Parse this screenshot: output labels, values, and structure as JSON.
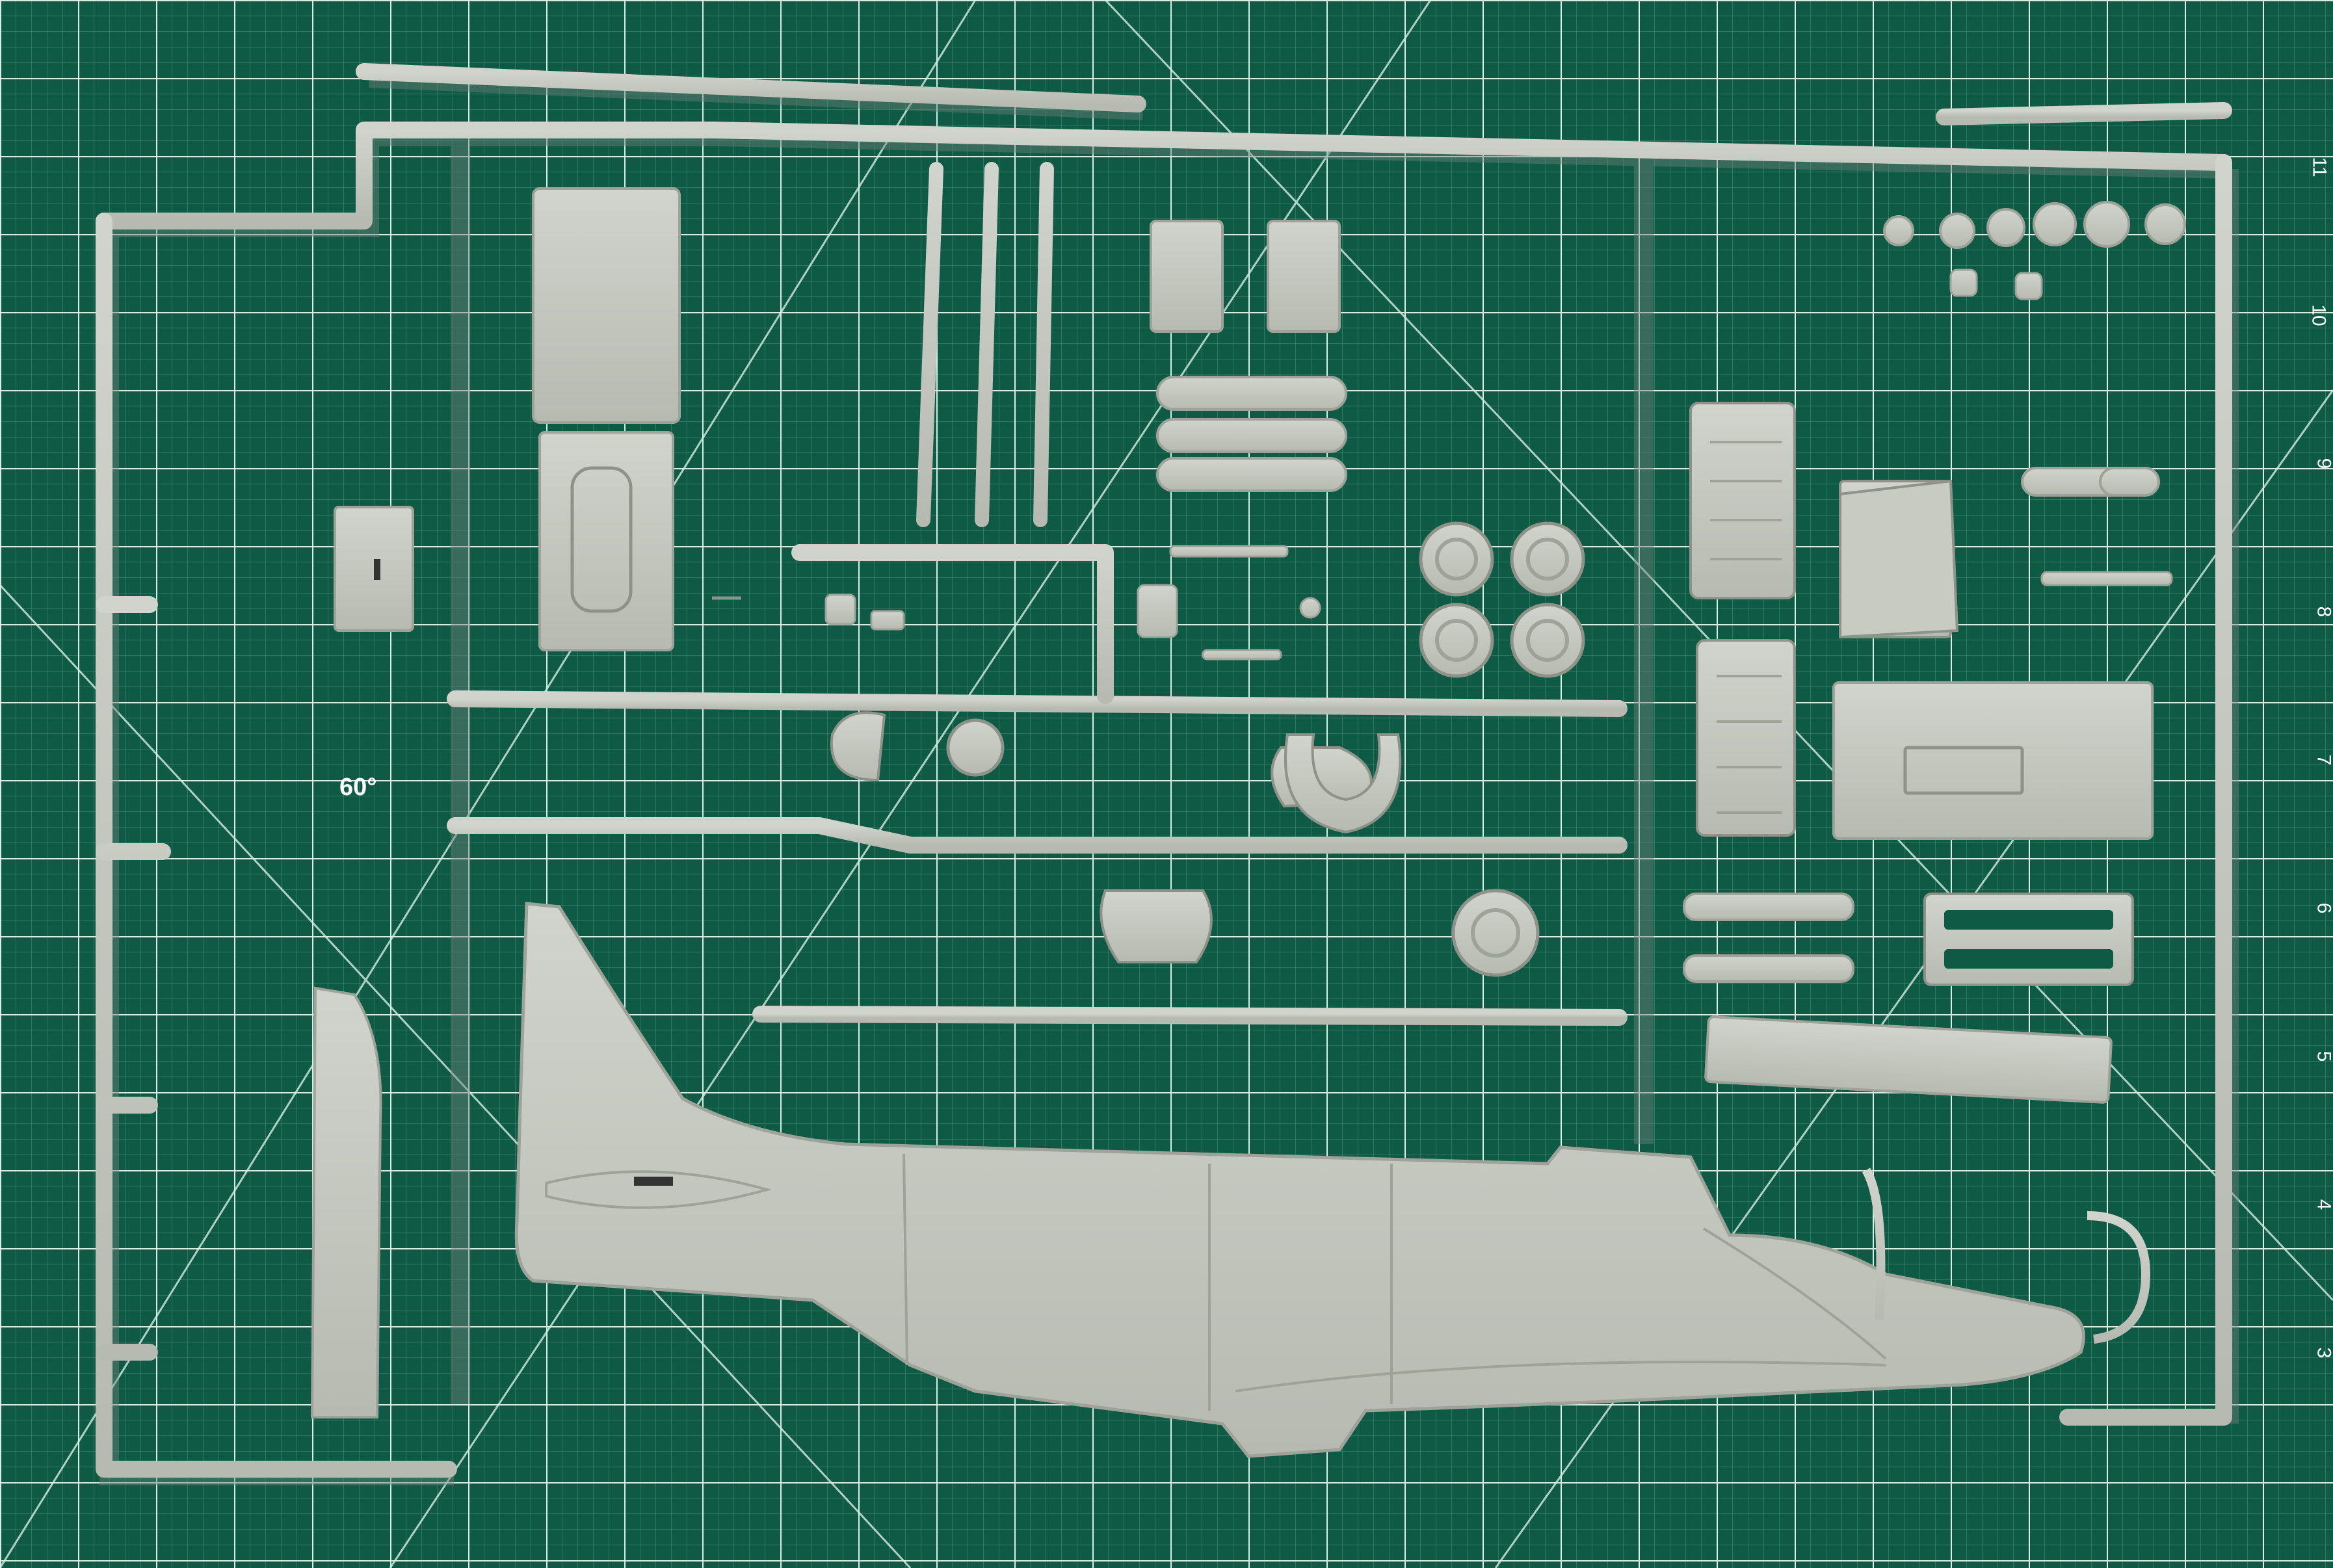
{
  "mat": {
    "base_color": "#0f5a45",
    "grid_color": "#b9dccf",
    "angle_label": "60°",
    "ruler_numbers": [
      "11",
      "10",
      "9",
      "8",
      "7",
      "6",
      "5",
      "4",
      "3"
    ]
  },
  "sprue": {
    "plastic_color": "#c2c6bd",
    "shadow_color": "#9ea39a"
  },
  "parts": [
    "sprue-frame",
    "fuselage-half",
    "wing-flap",
    "bomb-racks",
    "wheels",
    "cockpit-floor",
    "engine-blocks",
    "instrument-panel",
    "small-parts"
  ]
}
